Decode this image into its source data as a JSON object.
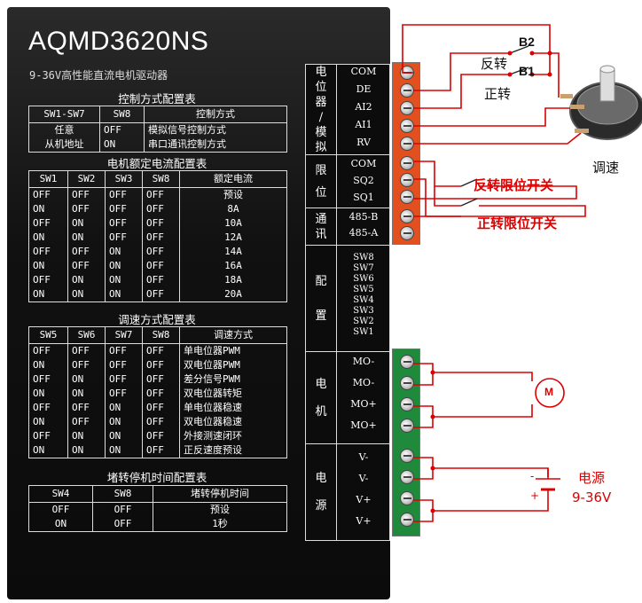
{
  "device": {
    "model": "AQMD3620NS",
    "subtitle": "9-36V高性能直流电机驱动器"
  },
  "control_table": {
    "title": "控制方式配置表",
    "headers": [
      "SW1-SW7",
      "SW8",
      "控制方式"
    ],
    "rows": [
      [
        "任意",
        "OFF",
        "模拟信号控制方式"
      ],
      [
        "从机地址",
        "ON",
        "串口通讯控制方式"
      ]
    ]
  },
  "current_table": {
    "title": "电机额定电流配置表",
    "headers": [
      "SW1",
      "SW2",
      "SW3",
      "SW8",
      "额定电流"
    ],
    "rows": [
      [
        "OFF",
        "OFF",
        "OFF",
        "OFF",
        "预设"
      ],
      [
        "ON",
        "OFF",
        "OFF",
        "OFF",
        "8A"
      ],
      [
        "OFF",
        "ON",
        "OFF",
        "OFF",
        "10A"
      ],
      [
        "ON",
        "ON",
        "OFF",
        "OFF",
        "12A"
      ],
      [
        "OFF",
        "OFF",
        "ON",
        "OFF",
        "14A"
      ],
      [
        "ON",
        "OFF",
        "ON",
        "OFF",
        "16A"
      ],
      [
        "OFF",
        "ON",
        "ON",
        "OFF",
        "18A"
      ],
      [
        "ON",
        "ON",
        "ON",
        "OFF",
        "20A"
      ]
    ]
  },
  "speed_table": {
    "title": "调速方式配置表",
    "headers": [
      "SW5",
      "SW6",
      "SW7",
      "SW8",
      "调速方式"
    ],
    "rows": [
      [
        "OFF",
        "OFF",
        "OFF",
        "OFF",
        "单电位器PWM"
      ],
      [
        "ON",
        "OFF",
        "OFF",
        "OFF",
        "双电位器PWM"
      ],
      [
        "OFF",
        "ON",
        "OFF",
        "OFF",
        "差分信号PWM"
      ],
      [
        "ON",
        "ON",
        "OFF",
        "OFF",
        "双电位器转矩"
      ],
      [
        "OFF",
        "OFF",
        "ON",
        "OFF",
        "单电位器稳速"
      ],
      [
        "ON",
        "OFF",
        "ON",
        "OFF",
        "双电位器稳速"
      ],
      [
        "OFF",
        "ON",
        "ON",
        "OFF",
        "外接测速闭环"
      ],
      [
        "ON",
        "ON",
        "ON",
        "OFF",
        "正反速度预设"
      ]
    ]
  },
  "stall_table": {
    "title": "堵转停机时间配置表",
    "headers": [
      "SW4",
      "SW8",
      "堵转停机时间"
    ],
    "rows": [
      [
        "OFF",
        "OFF",
        "预设"
      ],
      [
        "ON",
        "OFF",
        "1秒"
      ]
    ]
  },
  "terminals": {
    "pot": {
      "label": [
        "电",
        "位",
        "器",
        "/",
        "模",
        "拟"
      ],
      "pins": [
        "COM",
        "DE",
        "AI2",
        "AI1",
        "RV"
      ]
    },
    "limit": {
      "label": [
        "限",
        "位"
      ],
      "pins": [
        "COM",
        "SQ2",
        "SQ1"
      ]
    },
    "comm": {
      "label": [
        "通",
        "讯"
      ],
      "pins": [
        "485-B",
        "485-A"
      ]
    },
    "config": {
      "label": [
        "配",
        "置"
      ],
      "pins": [
        "SW8",
        "SW7",
        "SW6",
        "SW5",
        "SW4",
        "SW3",
        "SW2",
        "SW1"
      ]
    },
    "motor": {
      "label": [
        "电",
        "机"
      ],
      "pins": [
        "MO-",
        "MO-",
        "MO+",
        "MO+"
      ]
    },
    "power": {
      "label": [
        "电",
        "源"
      ],
      "pins": [
        "V-",
        "V-",
        "V+",
        "V+"
      ]
    }
  },
  "annotations": {
    "b2": "B2",
    "b1": "B1",
    "reverse": "反转",
    "forward": "正转",
    "speed_adjust": "调速",
    "reverse_limit": "反转限位开关",
    "forward_limit": "正转限位开关",
    "motor_symbol": "M",
    "power_label": "电源",
    "power_range": "9-36V",
    "minus": "-",
    "plus": "+"
  },
  "colors": {
    "wire": "#dd0000",
    "orange_block": "#e2501f",
    "green_block": "#1f8a3c",
    "panel": "#111111"
  }
}
